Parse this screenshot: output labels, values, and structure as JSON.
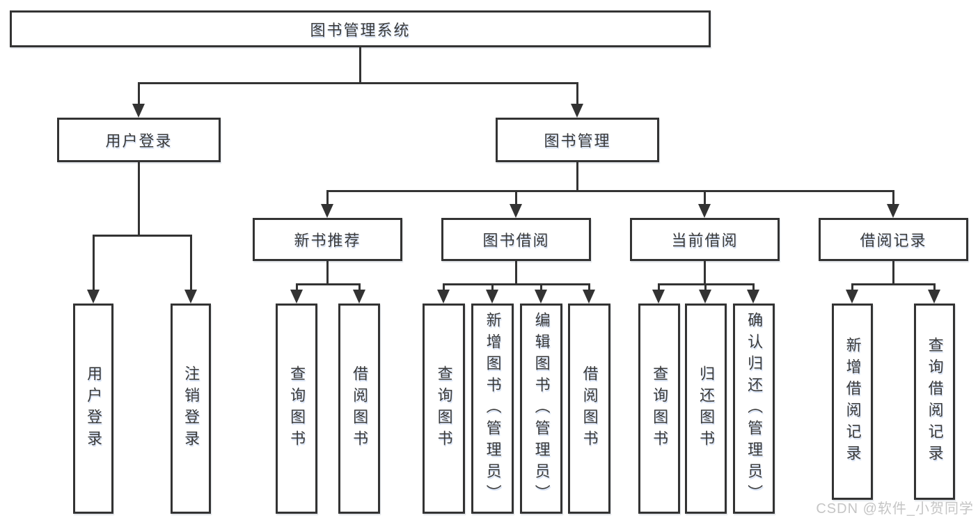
{
  "diagram": {
    "title": "图书管理系统",
    "level2": {
      "user_login": "用户登录",
      "book_mgmt": "图书管理"
    },
    "level3": {
      "new_books": "新书推荐",
      "book_borrow": "图书借阅",
      "current_borrow": "当前借阅",
      "borrow_records": "借阅记录"
    },
    "leaves": {
      "user_login": [
        "用户登录",
        "注销登录"
      ],
      "new_books": [
        "查询图书",
        "借阅图书"
      ],
      "book_borrow": [
        "查询图书",
        "新增图书（管理员）",
        "编辑图书（管理员）",
        "借阅图书"
      ],
      "current_borrow": [
        "查询图书",
        "归还图书",
        "确认归还（管理员）"
      ],
      "borrow_records": [
        "新增借阅记录",
        "查询借阅记录"
      ]
    },
    "watermark": "CSDN @软件_小贺同学",
    "colors": {
      "line": "#333333",
      "text": "#3a3a3a",
      "watermark": "#c5c5c5",
      "background": "#ffffff"
    }
  }
}
